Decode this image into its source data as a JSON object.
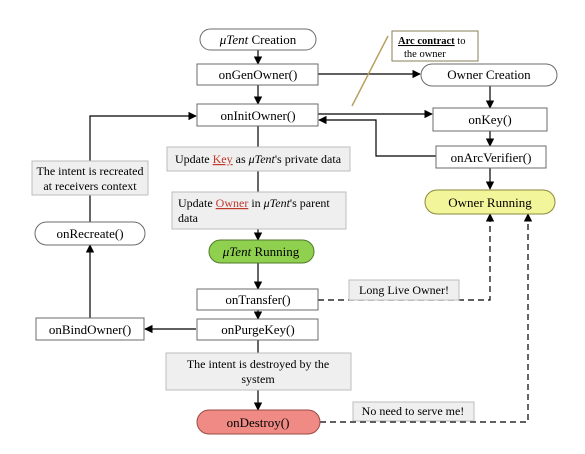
{
  "nodes": {
    "creation_prefix": "μTent",
    "creation_suffix": " Creation",
    "gen_owner": "onGenOwner()",
    "init_owner": "onInitOwner()",
    "running_prefix": "μTent",
    "running_suffix": " Running",
    "transfer": "onTransfer()",
    "purge_key": "onPurgeKey()",
    "destroy": "onDestroy()",
    "bind_owner": "onBindOwner()",
    "recreate": "onRecreate()",
    "owner_creation": "Owner Creation",
    "on_key": "onKey()",
    "arc_verifier": "onArcVerifier()",
    "owner_running": "Owner Running"
  },
  "notes": {
    "update_key": {
      "pre": "Update ",
      "key": "Key",
      "mid": " as ",
      "utent": "μTent",
      "post": "'s private data"
    },
    "update_owner": {
      "pre": "Update ",
      "key": "Owner",
      "mid": " in ",
      "utent": "μTent",
      "post": "'s parent",
      "line2": "data"
    },
    "recreated": {
      "line1": "The intent is recreated",
      "line2": "at receivers context"
    },
    "destroyed": {
      "line1": "The intent is destroyed by the",
      "line2": "system"
    },
    "arc_contract": {
      "bold": "Arc contract",
      "post": " to",
      "line2": "the owner"
    },
    "long_live": "Long Live Owner!",
    "no_need": "No need to serve me!"
  },
  "colors": {
    "running_fill": "#8fd14f",
    "owner_running_fill": "#f2f59a",
    "destroy_fill": "#f08a84",
    "highlight_text": "#c0392b",
    "callout_line": "#b8a060",
    "note_fill": "#efefef"
  }
}
